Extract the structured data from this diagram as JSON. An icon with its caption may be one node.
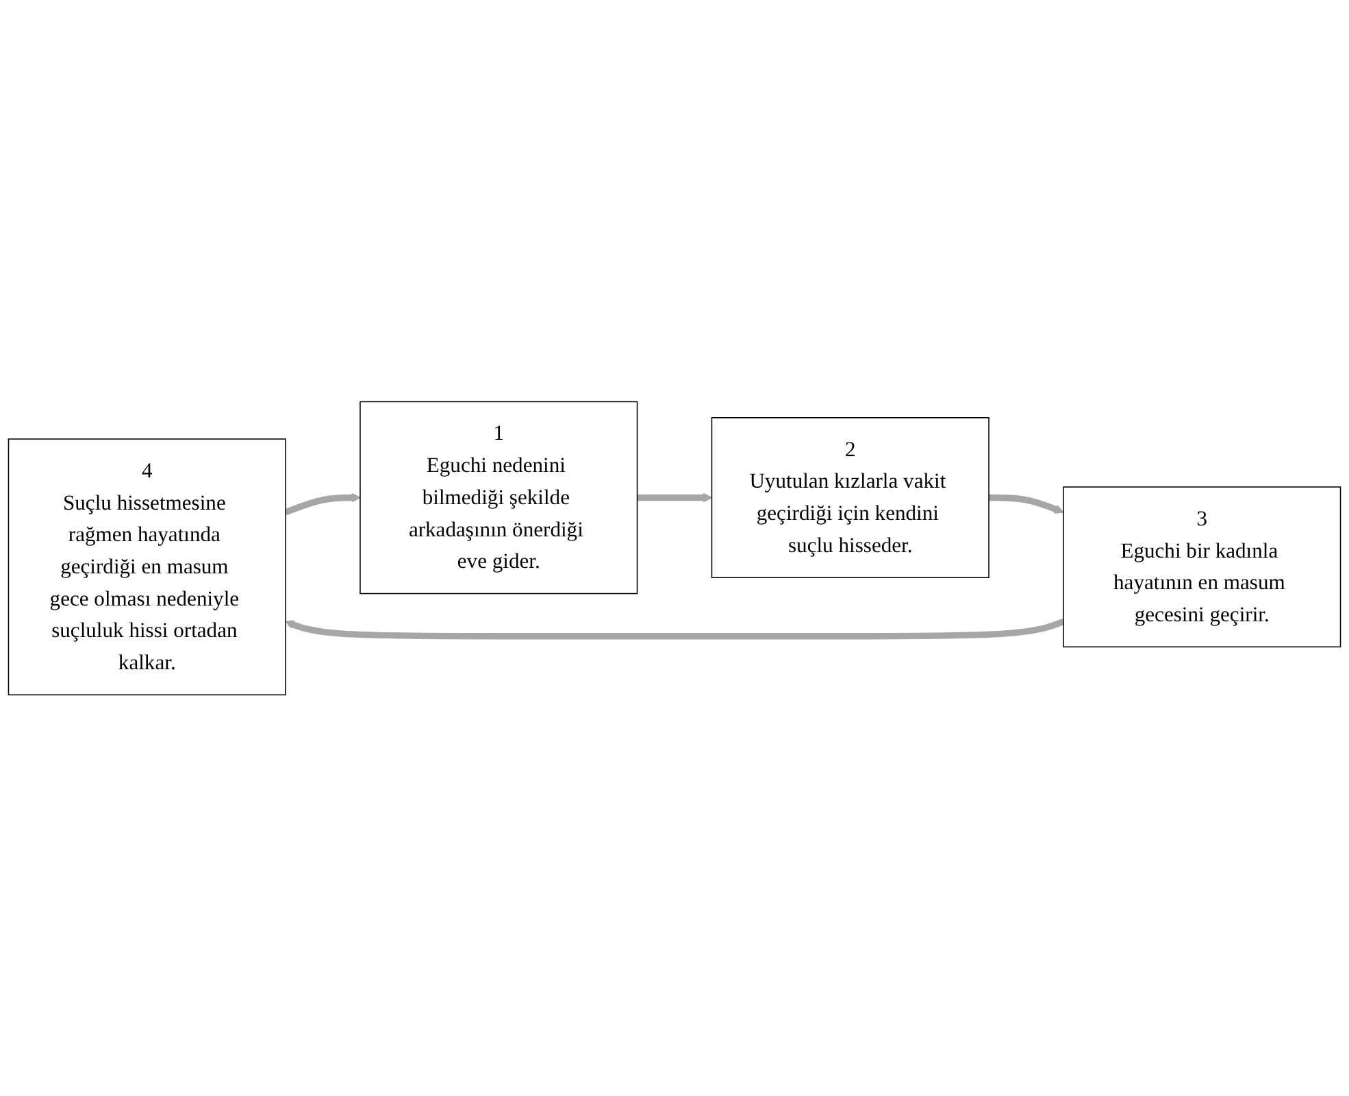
{
  "diagram": {
    "nodes": [
      {
        "text": [
          "4",
          "Suçlu hissetmesine rağmen hayatında geçirdiği en masum gece olması nedeniyle suçluluk hissi ortadan kalkar."
        ]
      },
      {
        "text": [
          "1",
          "Eguchi nedenini bilmediği şekilde arkadaşının önerdiği eve gider."
        ]
      },
      {
        "text": [
          "3",
          "Eguchi bir kadınla hayatının en masum gecesini geçirir."
        ]
      },
      {
        "text": [
          "2",
          "Uyutulan kızlarla vakit geçirdiği için kendini suçlu hisseder."
        ]
      }
    ],
    "edges": [
      {
        "from": 1,
        "to": 3,
        "arrow": "to"
      },
      {
        "from": 3,
        "to": 2,
        "arrow": "to"
      },
      {
        "from": 2,
        "to": 0,
        "arrow": "to"
      },
      {
        "from": 0,
        "to": 1,
        "arrow": "to"
      }
    ]
  }
}
